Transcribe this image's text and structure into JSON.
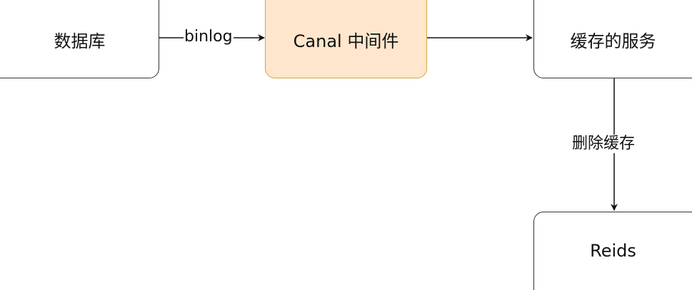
{
  "nodes": {
    "database": "数据库",
    "canal": "Canal 中间件",
    "cache_service": "缓存的服务",
    "redis": "Reids"
  },
  "edges": {
    "binlog": "binlog",
    "delete_cache": "删除缓存"
  },
  "colors": {
    "canal_fill": "#ffe6cc",
    "canal_border": "#d6a63a",
    "stroke": "#333333"
  }
}
